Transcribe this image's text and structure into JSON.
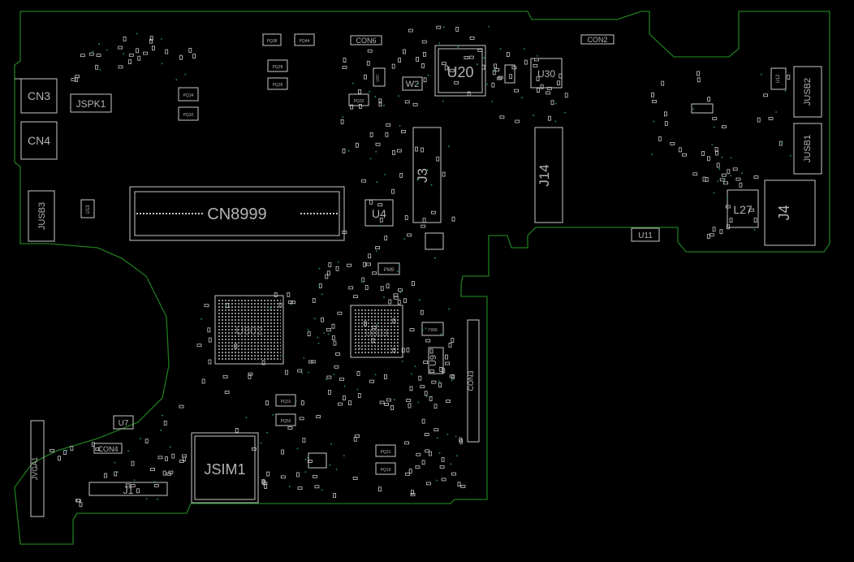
{
  "board": {
    "outline_color": "#1f7a1f",
    "silk_color": "#c8c8c8",
    "label_color": "#b4b4b4",
    "background": "#000000"
  },
  "labels": {
    "cn3": "CN3",
    "cn4": "CN4",
    "jspk1": "JSPK1",
    "jusb3": "JUSB3",
    "cn8999": "CN8999",
    "u13": "U13",
    "u20": "U20",
    "u30": "U30",
    "w2": "W2",
    "con6": "CON6",
    "con2": "CON2",
    "u12": "U12",
    "jusb2": "JUSB2",
    "jusb1": "JUSB1",
    "j3": "J3",
    "j14": "J14",
    "u4": "U4",
    "l27": "L27",
    "j4": "J4",
    "u11": "U11",
    "u802": "U802",
    "u803": "U803",
    "u9": "U9",
    "con3": "CON3",
    "u7": "U7",
    "con4": "CON4",
    "j1": "J1",
    "jsim1": "JSIM1",
    "jvga1": "JVGA1",
    "pq38": "PQ38",
    "pq44": "PQ44",
    "pq28": "PQ28",
    "pq26": "PQ26",
    "pq34": "PQ34",
    "pq32": "PQ32",
    "pq33": "PQ33",
    "pq31": "PQ31",
    "pq50": "PQ50",
    "pq21": "PQ21",
    "pq19": "PQ19",
    "pm9": "PM9",
    "y999": "Y999",
    "u37": "U37"
  }
}
